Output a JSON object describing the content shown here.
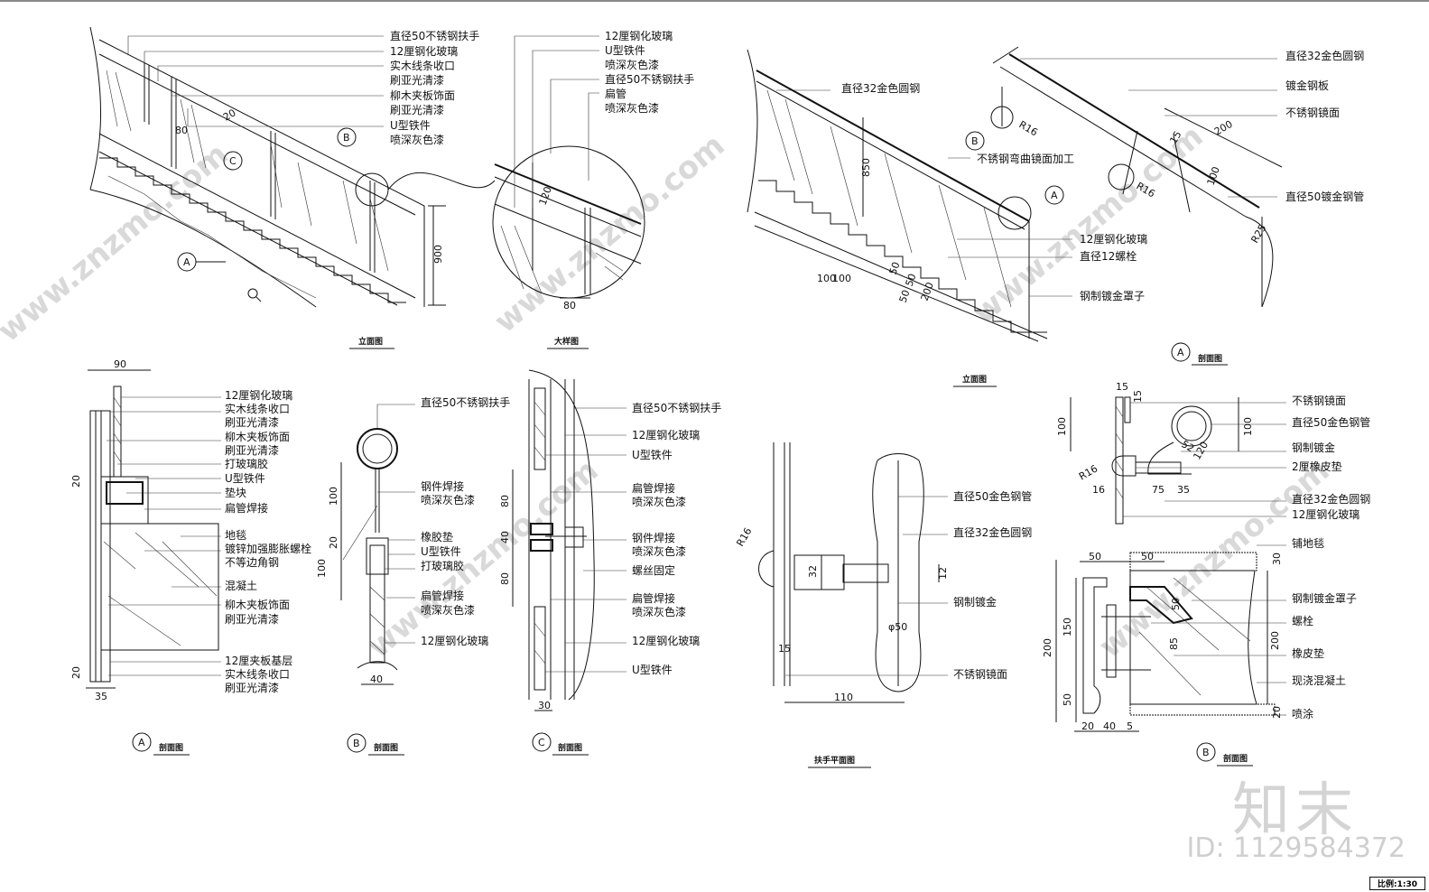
{
  "views": {
    "elev1": {
      "title": "立面图",
      "labels": [
        "直径50不锈钢扶手",
        "12厘钢化玻璃",
        "实木线条收口",
        "刷亚光清漆",
        "柳木夹板饰面",
        "刷亚光清漆",
        "U型铁件",
        "喷深灰色漆"
      ],
      "dims": [
        "900",
        "80",
        "20"
      ]
    },
    "detail": {
      "title": "大样图",
      "labels": [
        "12厘钢化玻璃",
        "U型铁件",
        "喷深灰色漆",
        "直径50不锈钢扶手",
        "扁管",
        "喷深灰色漆"
      ],
      "dims": [
        "80",
        "120"
      ]
    },
    "elev2": {
      "title": "立面图",
      "labels": [
        "直径32金色圆钢",
        "不锈钢弯曲镜面加工",
        "12厘钢化玻璃",
        "直径12螺栓",
        "钢制镀金罩子"
      ],
      "dims": [
        "850",
        "100",
        "100",
        "50",
        "50",
        "50",
        "200"
      ]
    },
    "sectionA_top": {
      "title": "剖面图",
      "labels": [
        "直径32金色圆钢",
        "镀金钢板",
        "不锈钢镜面",
        "直径50镀金钢管"
      ],
      "dims": [
        "200",
        "100",
        "R16",
        "R16",
        "R25",
        "15"
      ]
    },
    "sectionA": {
      "title": "剖面图",
      "labels": [
        "12厘钢化玻璃",
        "实木线条收口",
        "刷亚光清漆",
        "柳木夹板饰面",
        "刷亚光清漆",
        "打玻璃胶",
        "U型铁件",
        "垫块",
        "扁管焊接",
        "地毯",
        "镀锌加强膨胀螺栓",
        "不等边角钢",
        "混凝土",
        "柳木夹板饰面",
        "刷亚光清漆",
        "12厘夹板基层",
        "实木线条收口",
        "刷亚光清漆"
      ],
      "dims": [
        "90",
        "20",
        "20",
        "35"
      ]
    },
    "sectionB": {
      "title": "剖面图",
      "labels": [
        "直径50不锈钢扶手",
        "钢件焊接",
        "喷深灰色漆",
        "橡胶垫",
        "U型铁件",
        "打玻璃胶",
        "扁管焊接",
        "喷深灰色漆",
        "12厘钢化玻璃"
      ],
      "dims": [
        "100",
        "20",
        "100",
        "40"
      ]
    },
    "sectionC": {
      "title": "剖面图",
      "labels": [
        "直径50不锈钢扶手",
        "12厘钢化玻璃",
        "U型铁件",
        "扁管焊接",
        "喷深灰色漆",
        "钢件焊接",
        "喷深灰色漆",
        "螺丝固定",
        "扁管焊接",
        "喷深灰色漆",
        "12厘钢化玻璃",
        "U型铁件"
      ],
      "dims": [
        "80",
        "40",
        "80",
        "30"
      ]
    },
    "plan": {
      "title": "扶手平面图",
      "labels": [
        "直径50金色钢管",
        "直径32金色圆钢",
        "钢制镀金",
        "不锈钢镜面"
      ],
      "dims": [
        "R16",
        "32",
        "12",
        "φ50",
        "15",
        "110"
      ]
    },
    "sectionB2": {
      "title": "剖面图",
      "labels": [
        "不锈钢镜面",
        "直径50金色钢管",
        "钢制镀金",
        "2厘橡皮垫",
        "直径32金色圆钢",
        "12厘钢化玻璃",
        "铺地毯",
        "钢制镀金罩子",
        "螺栓",
        "橡皮垫",
        "现浇混凝土",
        "喷涂"
      ],
      "dims": [
        "15",
        "100",
        "100",
        "R16",
        "16",
        "75",
        "35",
        "52",
        "120",
        "15",
        "50",
        "50",
        "150",
        "200",
        "50",
        "200",
        "50",
        "85",
        "20",
        "40",
        "5",
        "30",
        "20"
      ]
    }
  },
  "markers": [
    "A",
    "B",
    "C"
  ],
  "watermark": {
    "site": "www.znzmo.com",
    "brand": "知末",
    "id": "ID: 1129584372"
  },
  "scale": "比例:1:30"
}
